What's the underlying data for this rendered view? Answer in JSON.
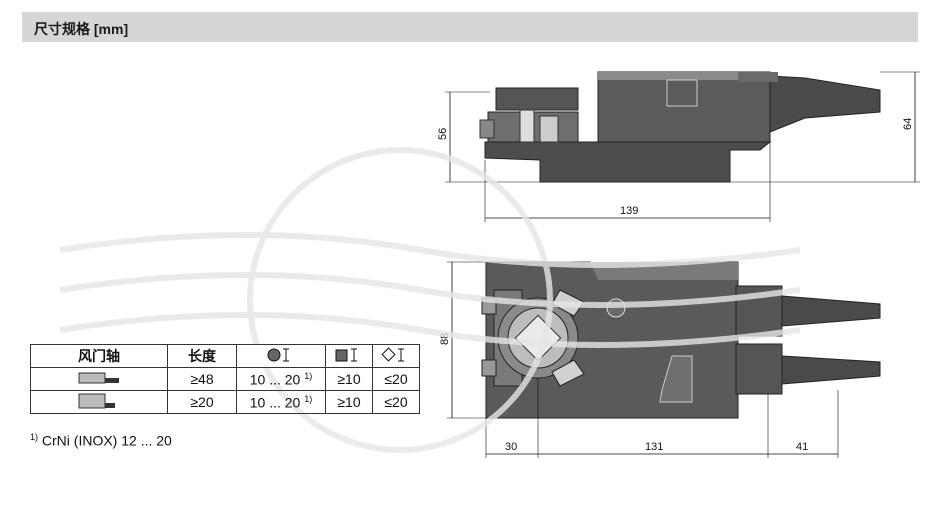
{
  "header": {
    "title": "尺寸规格 [mm]"
  },
  "dimensions": {
    "side_height_56": "56",
    "side_height_64": "64",
    "side_length_139": "139",
    "top_width_88": "88",
    "bottom_30": "30",
    "bottom_131": "131",
    "bottom_41": "41"
  },
  "table": {
    "headers": {
      "shaft": "风门轴",
      "length": "长度"
    },
    "rows": [
      {
        "length": "≥48",
        "round": "10 ... 20",
        "round_note": "1)",
        "square": "≥10",
        "diamond": "≤20"
      },
      {
        "length": "≥20",
        "round": "10 ... 20",
        "round_note": "1)",
        "square": "≥10",
        "diamond": "≤20"
      }
    ]
  },
  "footnote": {
    "mark": "1)",
    "text": "CrNi (INOX) 12 ... 20"
  },
  "colors": {
    "housing": "#5b5b5b",
    "housing_dark": "#3d3d3d",
    "housing_light": "#9a9a9a",
    "header": "#d6d6d6"
  }
}
